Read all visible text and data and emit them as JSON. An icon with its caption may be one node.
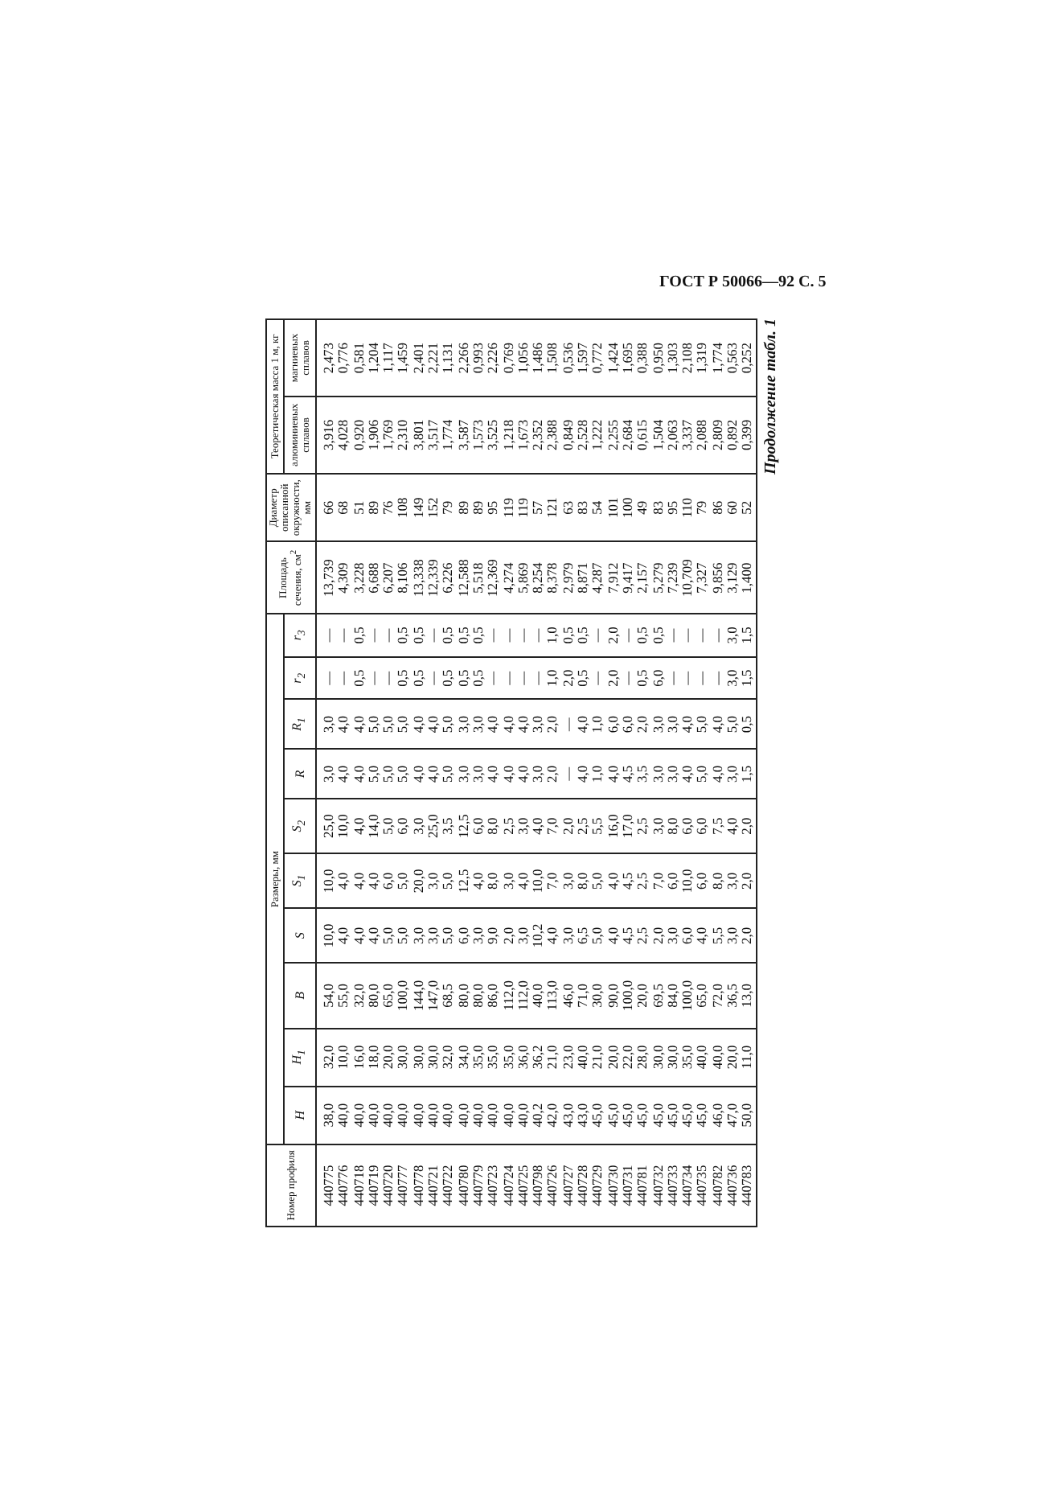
{
  "diagram": {
    "labels": [
      "ГОСТ Р 50066—92 С. 5",
      "Продолжение табл. 1",
      "Номер профиля",
      "Размеры, мм",
      "H",
      "H$_{1}$",
      "B",
      "S",
      "S$_{1}$",
      "S$_{2}$",
      "R",
      "R$_{1}$",
      "r$_{2}$",
      "r$_{3}$",
      "Площадь сечения, см$^{2}$",
      "Диаметр описанной окружности, мм",
      "Теоретическая масса 1 м, кг",
      "алюминиевых сплавов",
      "магниевых сплавов",
      "440775",
      "38,0",
      "32,0",
      "54,0",
      "10,0",
      "10,0",
      "25,0",
      "3,0",
      "3,0",
      "—",
      "—",
      "13,739",
      "66",
      "3,916",
      "2,473",
      "440776",
      "40,0",
      "10,0",
      "55,0",
      "4,0",
      "4,0",
      "10,0",
      "4,0",
      "4,0",
      "—",
      "—",
      "4,309",
      "68",
      "4,028",
      "0,776",
      "440718",
      "40,0",
      "16,0",
      "32,0",
      "4,0",
      "4,0",
      "4,0",
      "4,0",
      "4,0",
      "0,5",
      "0,5",
      "3,228",
      "51",
      "0,920",
      "0,581",
      "440719",
      "40,0",
      "18,0",
      "80,0",
      "4,0",
      "4,0",
      "14,0",
      "5,0",
      "5,0",
      "—",
      "—",
      "6,688",
      "89",
      "1,906",
      "1,204",
      "440720",
      "40,0",
      "20,0",
      "65,0",
      "5,0",
      "6,0",
      "5,0",
      "5,0",
      "5,0",
      "—",
      "—",
      "6,207",
      "76",
      "1,769",
      "1,117",
      "440777",
      "40,0",
      "30,0",
      "100,0",
      "5,0",
      "5,0",
      "6,0",
      "5,0",
      "5,0",
      "0,5",
      "0,5",
      "8,106",
      "108",
      "2,310",
      "1,459",
      "440778",
      "40,0",
      "30,0",
      "144,0",
      "3,0",
      "20,0",
      "3,0",
      "4,0",
      "4,0",
      "0,5",
      "0,5",
      "13,338",
      "149",
      "3,801",
      "2,401",
      "440721",
      "40,0",
      "30,0",
      "147,0",
      "3,0",
      "3,0",
      "25,0",
      "4,0",
      "4,0",
      "—",
      "—",
      "12,339",
      "152",
      "3,517",
      "2,221",
      "440722",
      "40,0",
      "32,0",
      "68,5",
      "5,0",
      "5,0",
      "3,5",
      "5,0",
      "5,0",
      "0,5",
      "0,5",
      "6,226",
      "79",
      "1,774",
      "1,131",
      "440780",
      "40,0",
      "34,0",
      "80,0",
      "6,0",
      "12,5",
      "12,5",
      "3,0",
      "3,0",
      "0,5",
      "0,5",
      "12,588",
      "89",
      "3,587",
      "2,266",
      "440779",
      "40,0",
      "35,0",
      "80,0",
      "3,0",
      "4,0",
      "6,0",
      "3,0",
      "3,0",
      "0,5",
      "0,5",
      "5,518",
      "89",
      "1,573",
      "0,993",
      "440723",
      "40,0",
      "35,0",
      "86,0",
      "9,0",
      "8,0",
      "8,0",
      "4,0",
      "4,0",
      "—",
      "—",
      "12,369",
      "95",
      "3,525",
      "2,226",
      "440724",
      "40,0",
      "35,0",
      "112,0",
      "2,0",
      "3,0",
      "2,5",
      "4,0",
      "4,0",
      "—",
      "—",
      "4,274",
      "119",
      "1,218",
      "0,769",
      "440725",
      "40,0",
      "36,0",
      "112,0",
      "3,0",
      "4,0",
      "3,0",
      "4,0",
      "4,0",
      "—",
      "—",
      "5,869",
      "119",
      "1,673",
      "1,056",
      "440798",
      "40,2",
      "36,2",
      "40,0",
      "10,2",
      "10,0",
      "4,0",
      "3,0",
      "3,0",
      "—",
      "—",
      "8,254",
      "57",
      "2,352",
      "1,486",
      "440726",
      "42,0",
      "21,0",
      "113,0",
      "4,0",
      "7,0",
      "7,0",
      "2,0",
      "2,0",
      "1,0",
      "1,0",
      "8,378",
      "121",
      "2,388",
      "1,508",
      "440727",
      "43,0",
      "23,0",
      "46,0",
      "3,0",
      "3,0",
      "2,0",
      "—",
      "—",
      "2,0",
      "0,5",
      "2,979",
      "63",
      "0,849",
      "0,536",
      "440728",
      "43,0",
      "40,0",
      "71,0",
      "6,5",
      "8,0",
      "2,5",
      "4,0",
      "4,0",
      "0,5",
      "0,5",
      "8,871",
      "83",
      "2,528",
      "1,597",
      "440729",
      "45,0",
      "21,0",
      "30,0",
      "5,0",
      "5,0",
      "5,5",
      "1,0",
      "1,0",
      "—",
      "—",
      "4,287",
      "54",
      "1,222",
      "0,772",
      "440730",
      "45,0",
      "20,0",
      "90,0",
      "4,0",
      "4,0",
      "16,0",
      "4,0",
      "6,0",
      "2,0",
      "2,0",
      "7,912",
      "101",
      "2,255",
      "1,424",
      "440731",
      "45,0",
      "22,0",
      "100,0",
      "4,5",
      "4,5",
      "17,0",
      "4,5",
      "6,0",
      "—",
      "—",
      "9,417",
      "100",
      "2,684",
      "1,695",
      "440781",
      "45,0",
      "28,0",
      "20,0",
      "2,5",
      "2,5",
      "2,5",
      "3,5",
      "2,0",
      "0,5",
      "0,5",
      "2,157",
      "49",
      "0,615",
      "0,388",
      "440732",
      "45,0",
      "30,0",
      "69,5",
      "2,0",
      "7,0",
      "3,0",
      "3,0",
      "3,0",
      "6,0",
      "0,5",
      "5,279",
      "83",
      "1,504",
      "0,950",
      "440733",
      "45,0",
      "30,0",
      "84,0",
      "3,0",
      "6,0",
      "8,0",
      "3,0",
      "3,0",
      "—",
      "—",
      "7,239",
      "95",
      "2,063",
      "1,303",
      "440734",
      "45,0",
      "35,0",
      "100,0",
      "6,0",
      "10,0",
      "6,0",
      "4,0",
      "4,0",
      "—",
      "—",
      "10,709",
      "110",
      "3,337",
      "2,108",
      "440735",
      "45,0",
      "40,0",
      "65,0",
      "4,0",
      "6,0",
      "6,0",
      "5,0",
      "5,0",
      "—",
      "—",
      "7,327",
      "79",
      "2,088",
      "1,319",
      "440782",
      "46,0",
      "40,0",
      "72,0",
      "5,5",
      "8,0",
      "7,5",
      "4,0",
      "4,0",
      "—",
      "—",
      "9,856",
      "86",
      "2,809",
      "1,774",
      "440736",
      "47,0",
      "20,0",
      "36,5",
      "3,0",
      "3,0",
      "4,0",
      "3,0",
      "5,0",
      "3,0",
      "3,0",
      "3,129",
      "60",
      "0,892",
      "0,563",
      "440783",
      "50,0",
      "11,0",
      "13,0",
      "2,0",
      "2,0",
      "2,0",
      "1,5",
      "0,5",
      "1,5",
      "1,5",
      "1,400",
      "52",
      "0,399",
      "0,252"
    ]
  }
}
